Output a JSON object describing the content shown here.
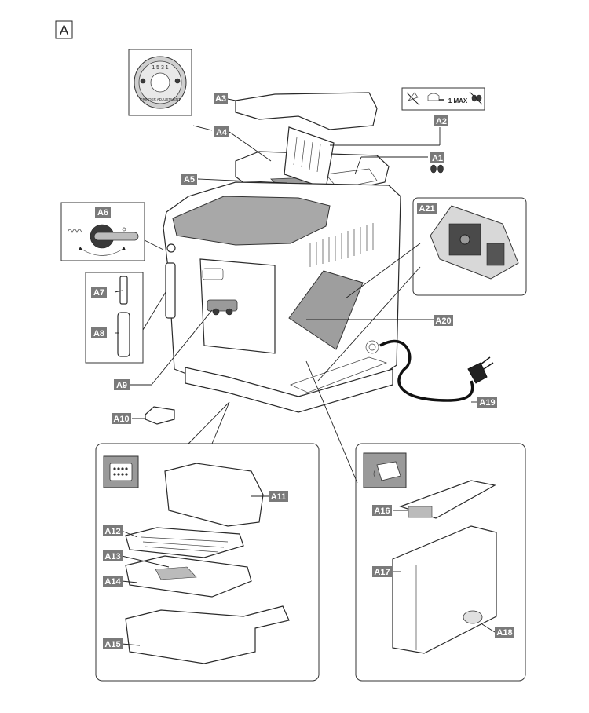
{
  "figure_letter": "A",
  "labels": {
    "A1": "A1",
    "A2": "A2",
    "A3": "A3",
    "A4": "A4",
    "A5": "A5",
    "A6": "A6",
    "A7": "A7",
    "A8": "A8",
    "A9": "A9",
    "A10": "A10",
    "A11": "A11",
    "A12": "A12",
    "A13": "A13",
    "A14": "A14",
    "A15": "A15",
    "A16": "A16",
    "A17": "A17",
    "A18": "A18",
    "A19": "A19",
    "A20": "A20",
    "A21": "A21"
  },
  "dial": {
    "numbers": "1 5 3 1",
    "caption": "GRINDER ADJUSTMENT"
  },
  "a2_symbols": {
    "dose_text": "1 MAX"
  },
  "icons": {
    "a1": "coffee-beans-icon",
    "a2_left": "no-pre-ground-icon",
    "a2_mid": "measuring-scoop-icon",
    "a2_right": "no-beans-icon",
    "a6_left": "steam-hot-water-icon",
    "tray_panel": "drip-tray-grid-icon",
    "tank_panel": "water-jug-icon"
  }
}
